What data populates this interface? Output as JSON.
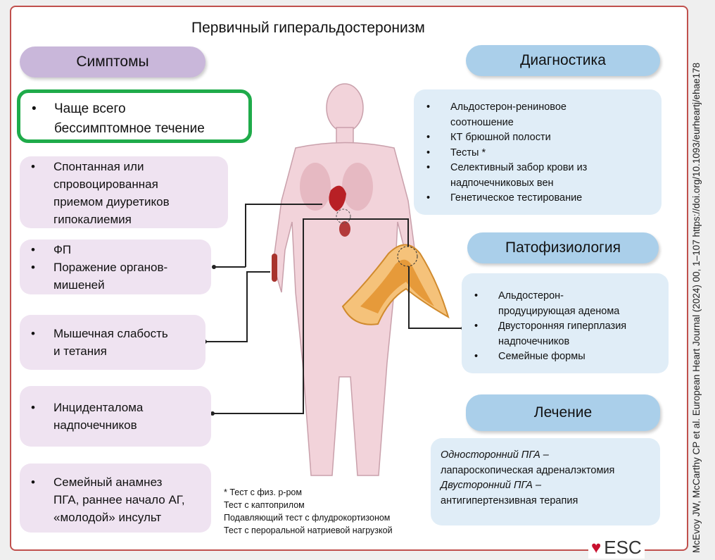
{
  "title": "Первичный гиперальдостеронизм",
  "symptoms": {
    "header": "Симптомы",
    "boxes": [
      [
        "Чаще всего",
        "бессимптомное течение"
      ],
      [
        "Спонтанная или",
        "спровоцированная",
        "приемом диуретиков",
        "гипокалиемия"
      ],
      [
        "ФП",
        "Поражение органов-",
        "мишеней"
      ],
      [
        "Мышечная слабость",
        "и тетания"
      ],
      [
        "Инциденталома",
        "надпочечников"
      ],
      [
        "Семейный анамнез",
        "ПГА, раннее начало АГ,",
        "«молодой» инсульт"
      ]
    ]
  },
  "diagnostics": {
    "header": "Диагностика",
    "items": [
      "Альдостерон-рениновое",
      "соотношение",
      "КТ брюшной полости",
      "Тесты *",
      "Селективный забор крови из",
      "надпочечниковых вен",
      "Генетическое тестирование"
    ]
  },
  "pathophysiology": {
    "header": "Патофизиология",
    "items": [
      "Альдостерон-",
      "продуцирующая аденома",
      "Двусторонняя гиперплазия",
      "надпочечников",
      "Семейные формы"
    ]
  },
  "treatment": {
    "header": "Лечение",
    "lines": [
      "Односторонний ПГА –",
      "лапароскопическая адреналэктомия",
      "Двусторонний ПГА –",
      "антигипертензивная терапия"
    ]
  },
  "footnote": [
    "* Тест с физ. р-ром",
    "Тест с каптоприлом",
    "Подавляющий тест с флудрокортизоном",
    "Тест с пероральной натриевой нагрузкой"
  ],
  "citation": "McEvoy JW, McCarthy CP et al. European Heart Journal (2024) 00, 1–107 https://doi.org/10.1093/eurheartj/ehae178",
  "logo": "ESC"
}
